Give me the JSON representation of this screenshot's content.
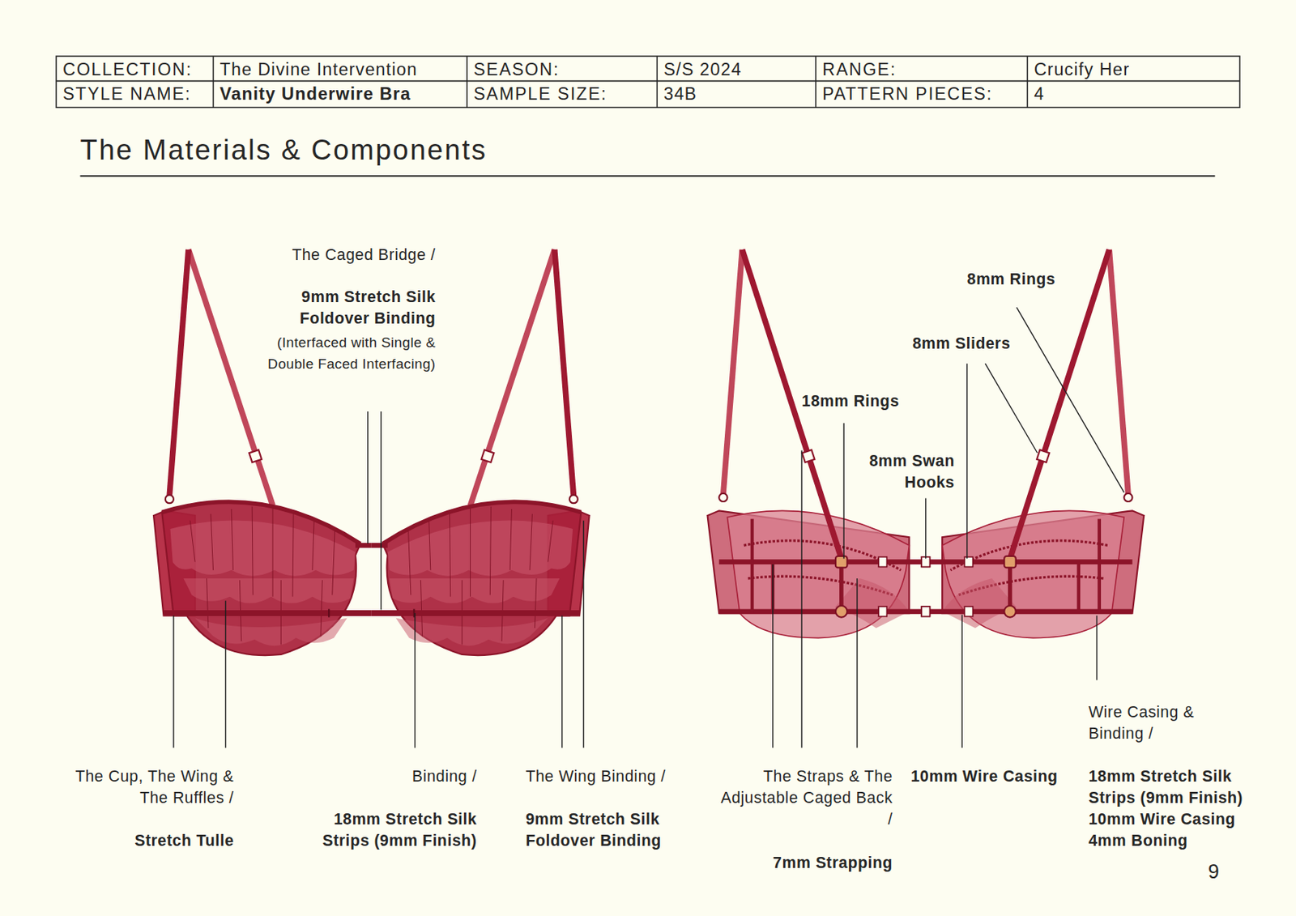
{
  "diagram": {
    "title": "The Materials & Components",
    "labels": [
      "COLLECTION:",
      "The Divine Intervention",
      "SEASON:",
      "S/S 2024",
      "RANGE:",
      "Crucify Her",
      "STYLE NAME:",
      "Vanity Underwire Bra",
      "SAMPLE SIZE:",
      "34B",
      "PATTERN PIECES:",
      "4",
      "The Caged Bridge /",
      "9mm Stretch Silk Foldover Binding",
      "(Interfaced with Single & Double Faced Interfacing)",
      "8mm Rings",
      "8mm Sliders",
      "18mm Rings",
      "8mm Swan Hooks",
      "Wire Casing & Binding /",
      "The Cup, The Wing & The Ruffles /",
      "Stretch Tulle",
      "Binding /",
      "18mm Stretch Silk Strips (9mm Finish)",
      "The Wing Binding /",
      "9mm Stretch Silk Foldover Binding",
      "The Straps & The Adjustable Caged Back /",
      "7mm Strapping",
      "10mm Wire Casing",
      "18mm Stretch Silk Strips (9mm Finish)",
      "10mm Wire Casing",
      "4mm Boning",
      "9"
    ]
  }
}
